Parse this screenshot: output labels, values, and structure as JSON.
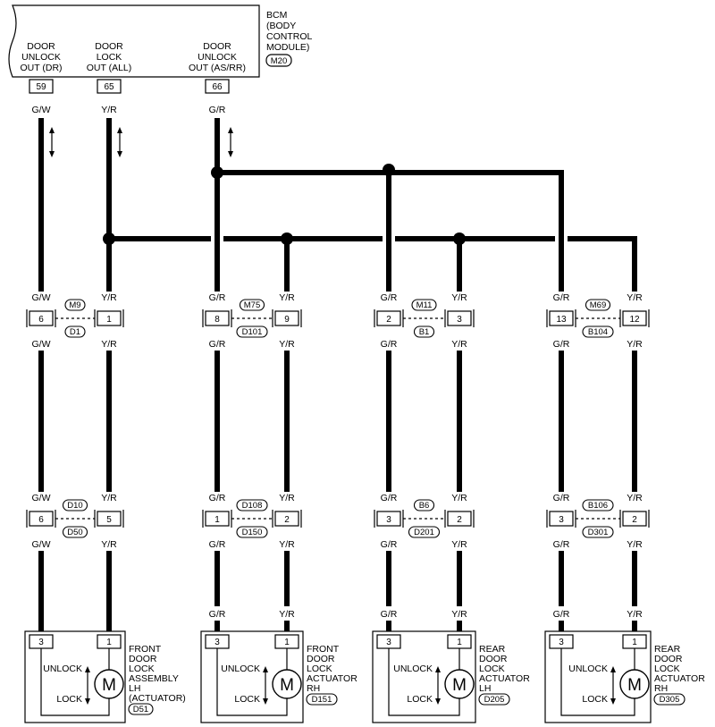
{
  "bcm": {
    "title_lines": [
      "BCM",
      "(BODY",
      "CONTROL",
      "MODULE)"
    ],
    "connector": "M20",
    "outputs": [
      {
        "label_lines": [
          "DOOR",
          "UNLOCK",
          "OUT (DR)"
        ],
        "pin": "59",
        "wire": "G/W"
      },
      {
        "label_lines": [
          "DOOR",
          "LOCK",
          "OUT (ALL)"
        ],
        "pin": "65",
        "wire": "Y/R"
      },
      {
        "label_lines": [
          "DOOR",
          "UNLOCK",
          "OUT (AS/RR)"
        ],
        "pin": "66",
        "wire": "G/R"
      }
    ]
  },
  "joints": [
    {
      "wires": [
        "G/W",
        "Y/R"
      ],
      "pins": [
        "6",
        "1"
      ],
      "conn_top": "M9",
      "conn_bottom": "D1",
      "wires_below": [
        "G/W",
        "Y/R"
      ]
    },
    {
      "wires": [
        "G/R",
        "Y/R"
      ],
      "pins": [
        "8",
        "9"
      ],
      "conn_top": "M75",
      "conn_bottom": "D101",
      "wires_below": [
        "G/R",
        "Y/R"
      ]
    },
    {
      "wires": [
        "G/R",
        "Y/R"
      ],
      "pins": [
        "2",
        "3"
      ],
      "conn_top": "M11",
      "conn_bottom": "B1",
      "wires_below": [
        "G/R",
        "Y/R"
      ]
    },
    {
      "wires": [
        "G/R",
        "Y/R"
      ],
      "pins": [
        "13",
        "12"
      ],
      "conn_top": "M69",
      "conn_bottom": "B104",
      "wires_below": [
        "G/R",
        "Y/R"
      ]
    }
  ],
  "joints2": [
    {
      "wires": [
        "G/W",
        "Y/R"
      ],
      "pins": [
        "6",
        "5"
      ],
      "conn_top": "D10",
      "conn_bottom": "D50",
      "wires_below": [
        "G/W",
        "Y/R"
      ]
    },
    {
      "wires": [
        "G/R",
        "Y/R"
      ],
      "pins": [
        "1",
        "2"
      ],
      "conn_top": "D108",
      "conn_bottom": "D150",
      "wires_below": [
        "G/R",
        "Y/R"
      ]
    },
    {
      "wires": [
        "G/R",
        "Y/R"
      ],
      "pins": [
        "3",
        "2"
      ],
      "conn_top": "B6",
      "conn_bottom": "D201",
      "wires_below": [
        "G/R",
        "Y/R"
      ]
    },
    {
      "wires": [
        "G/R",
        "Y/R"
      ],
      "pins": [
        "3",
        "2"
      ],
      "conn_top": "B106",
      "conn_bottom": "D301",
      "wires_below": [
        "G/R",
        "Y/R"
      ]
    }
  ],
  "actuators": [
    {
      "top_wires": [
        "",
        ""
      ],
      "pins": [
        "3",
        "1"
      ],
      "unlock": "UNLOCK",
      "lock": "LOCK",
      "motor": "M",
      "name_lines": [
        "FRONT",
        "DOOR",
        "LOCK",
        "ASSEMBLY",
        "LH",
        "(ACTUATOR)"
      ],
      "connector": "D51"
    },
    {
      "top_wires": [
        "G/R",
        "Y/R"
      ],
      "pins": [
        "3",
        "1"
      ],
      "unlock": "UNLOCK",
      "lock": "LOCK",
      "motor": "M",
      "name_lines": [
        "FRONT",
        "DOOR",
        "LOCK",
        "ACTUATOR",
        "RH"
      ],
      "connector": "D151"
    },
    {
      "top_wires": [
        "G/R",
        "Y/R"
      ],
      "pins": [
        "3",
        "1"
      ],
      "unlock": "UNLOCK",
      "lock": "LOCK",
      "motor": "M",
      "name_lines": [
        "REAR",
        "DOOR",
        "LOCK",
        "ACTUATOR",
        "LH"
      ],
      "connector": "D205"
    },
    {
      "top_wires": [
        "G/R",
        "Y/R"
      ],
      "pins": [
        "3",
        "1"
      ],
      "unlock": "UNLOCK",
      "lock": "LOCK",
      "motor": "M",
      "name_lines": [
        "REAR",
        "DOOR",
        "LOCK",
        "ACTUATOR",
        "RH"
      ],
      "connector": "D305"
    }
  ]
}
